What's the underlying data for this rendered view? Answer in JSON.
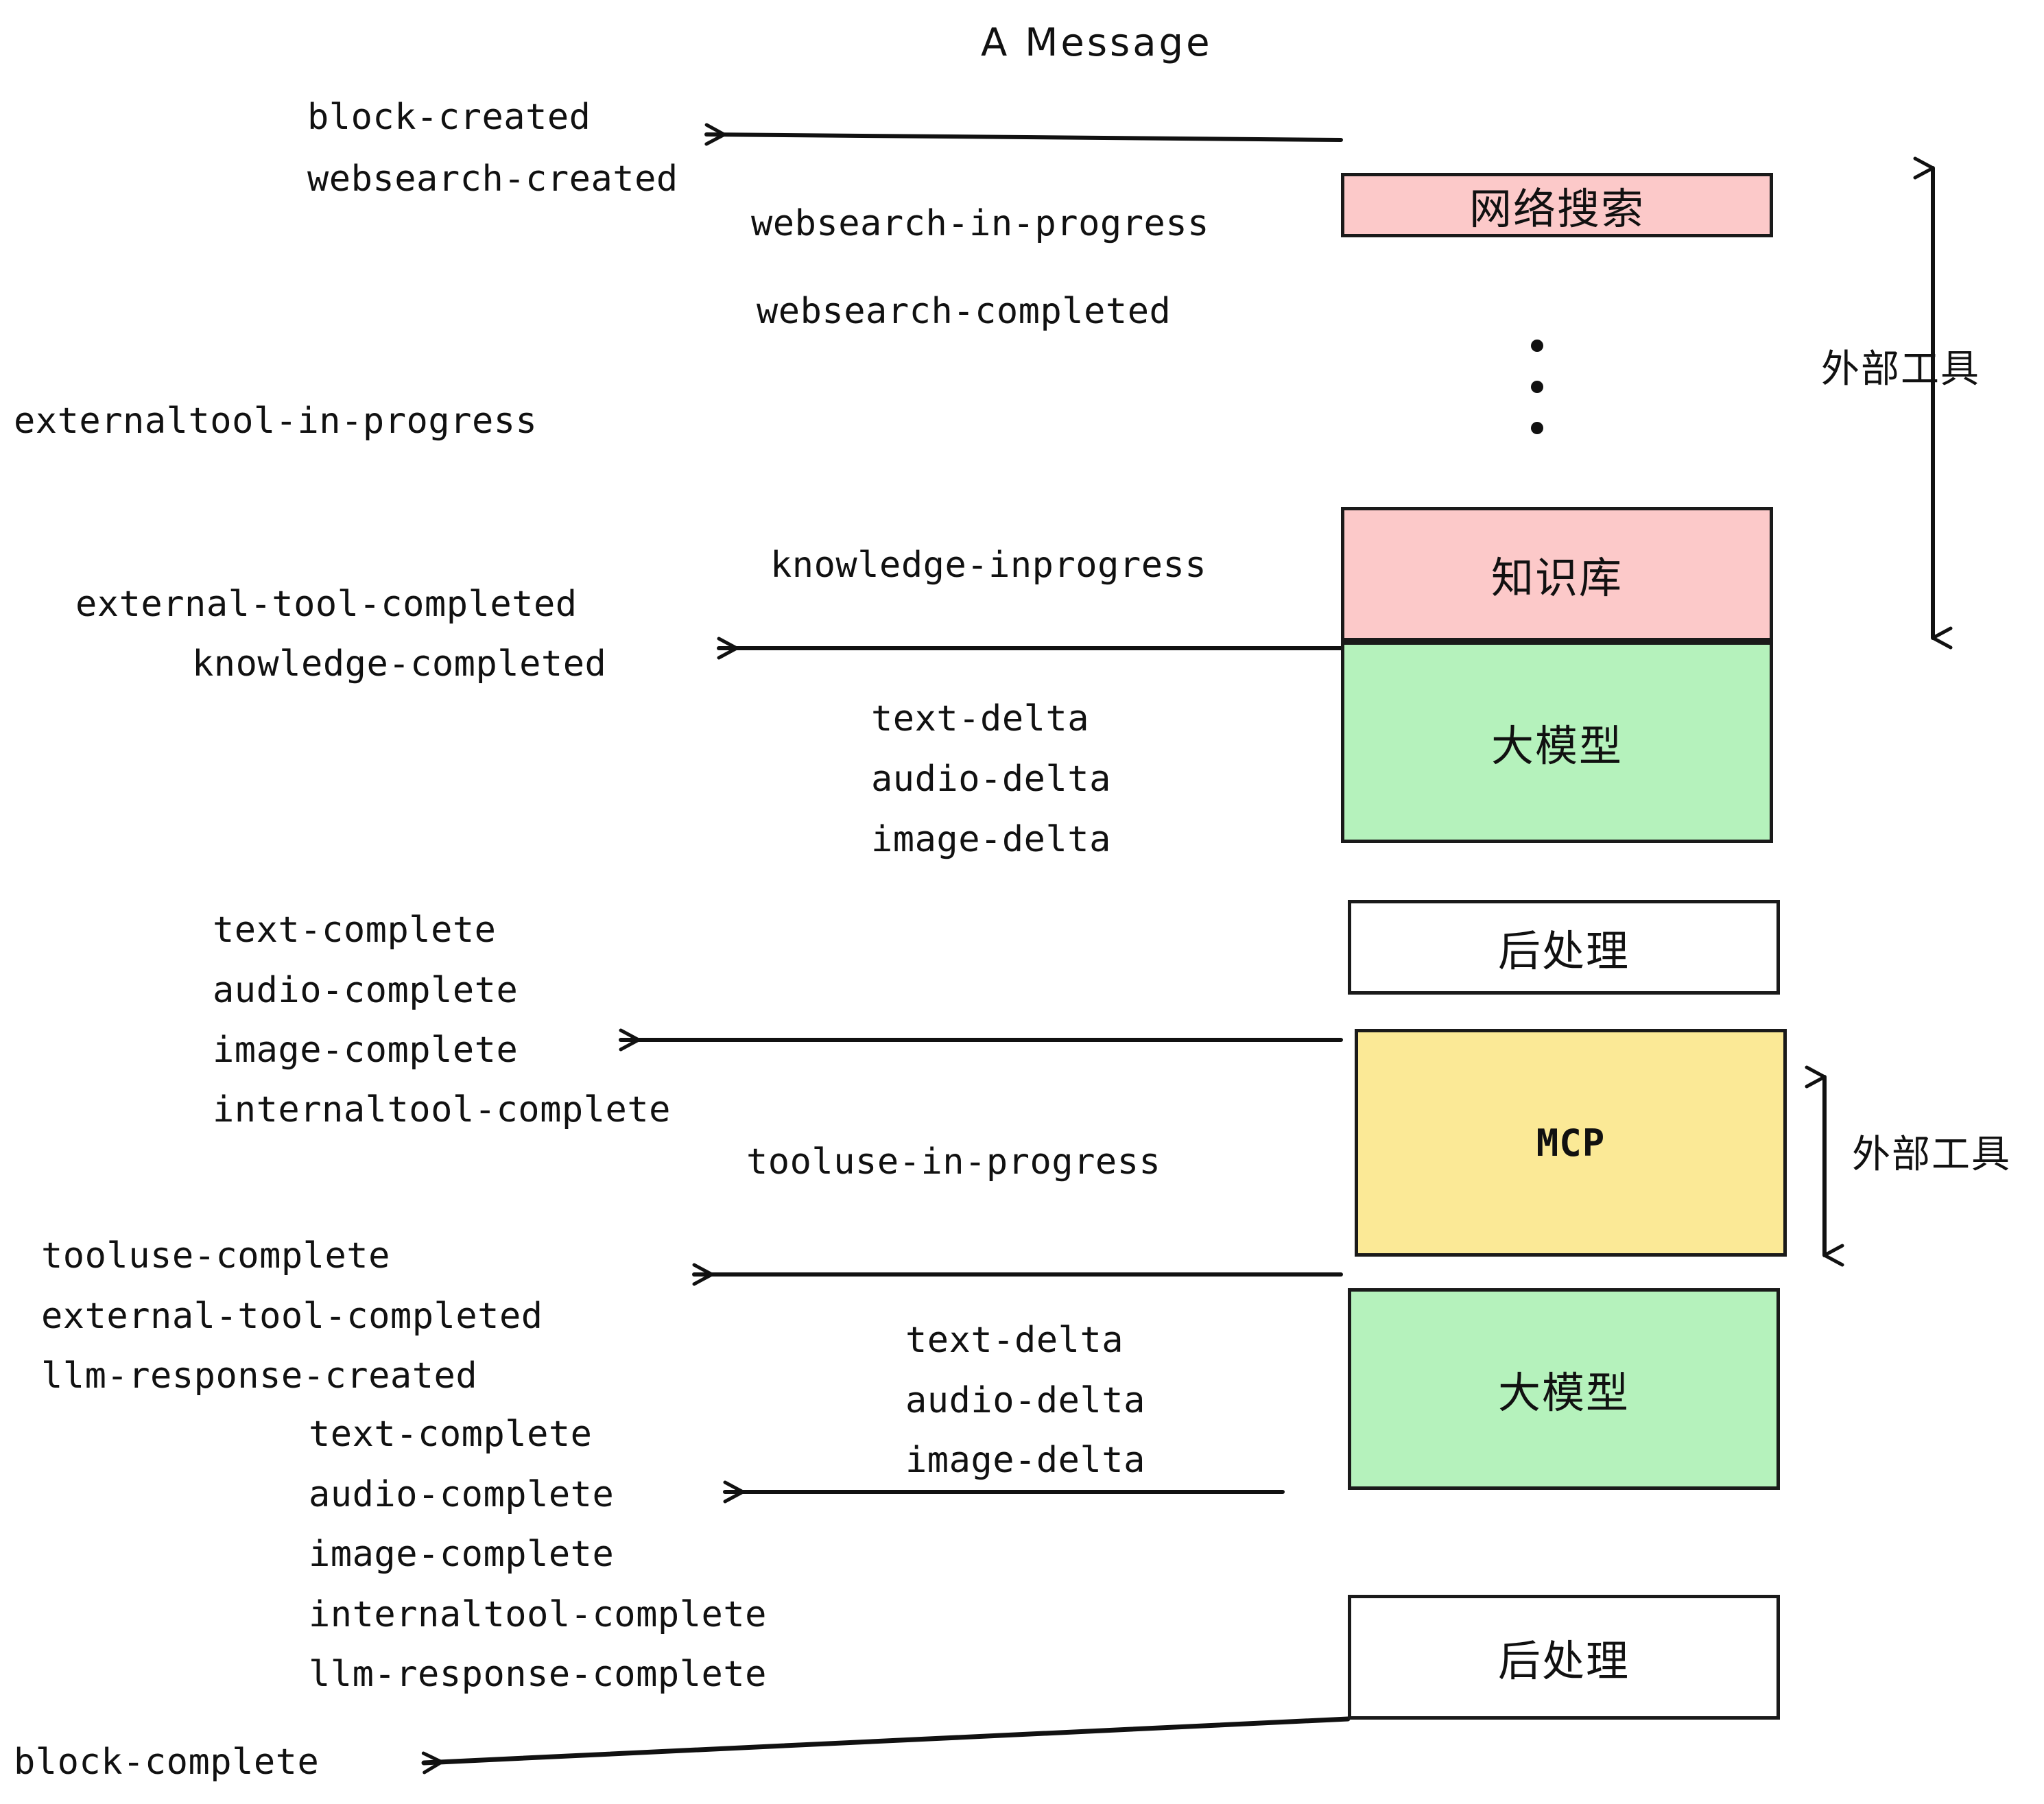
{
  "title": "A Message",
  "colors": {
    "external_tool_fill": "#FCC9C9",
    "llm_fill": "#B5F2BC",
    "mcp_fill": "#FBE996",
    "postprocess_fill": "#FFFFFF",
    "stroke": "#1A1A1A",
    "text": "#111111",
    "background": "#FFFFFF"
  },
  "boxes": {
    "websearch": "网络搜索",
    "knowledge": "知识库",
    "llm_1": "大模型",
    "postprocess_1": "后处理",
    "mcp": "MCP",
    "llm_2": "大模型",
    "postprocess_2": "后处理"
  },
  "side_labels": {
    "external_tool_upper": "外部工具",
    "external_tool_lower": "外部工具"
  },
  "events": {
    "block_created": "block-created",
    "websearch_created": "websearch-created",
    "websearch_in_progress": "websearch-in-progress",
    "websearch_completed": "websearch-completed",
    "externaltool_in_progress": "externaltool-in-progress",
    "knowledge_inprogress": "knowledge-inprogress",
    "external_tool_completed_1": "external-tool-completed",
    "knowledge_completed": "knowledge-completed",
    "text_delta_1": "text-delta",
    "audio_delta_1": "audio-delta",
    "image_delta_1": "image-delta",
    "text_complete_1": "text-complete",
    "audio_complete_1": "audio-complete",
    "image_complete_1": "image-complete",
    "internaltool_complete_1": "internaltool-complete",
    "tooluse_in_progress": "tooluse-in-progress",
    "tooluse_complete": "tooluse-complete",
    "external_tool_completed_2": "external-tool-completed",
    "llm_response_created": "llm-response-created",
    "text_delta_2": "text-delta",
    "audio_delta_2": "audio-delta",
    "image_delta_2": "image-delta",
    "text_complete_2": "text-complete",
    "audio_complete_2": "audio-complete",
    "image_complete_2": "image-complete",
    "internaltool_complete_2": "internaltool-complete",
    "llm_response_complete": "llm-response-complete",
    "block_complete": "block-complete"
  }
}
